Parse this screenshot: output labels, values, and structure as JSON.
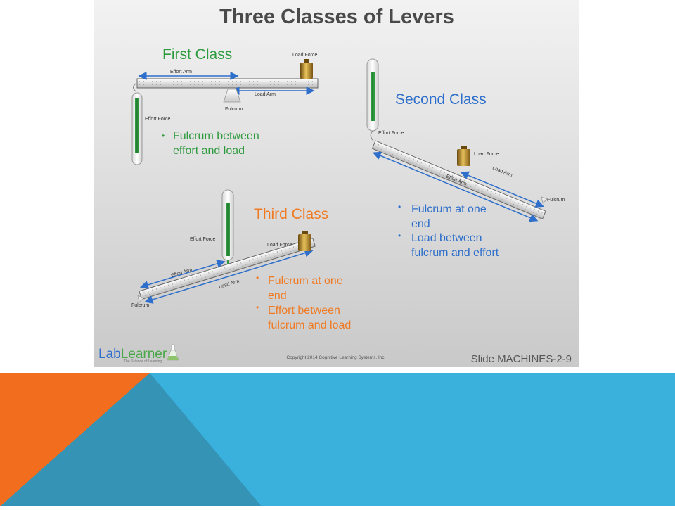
{
  "slide": {
    "title": "Three Classes of Levers",
    "first": {
      "heading": "First Class",
      "load_force": "Load Force",
      "effort_arm": "Effort Arm",
      "load_arm": "Load Arm",
      "fulcrum": "Fulcrum",
      "effort_force": "Effort Force",
      "bullet_1": "Fulcrum between",
      "bullet_2": "effort and load"
    },
    "second": {
      "heading": "Second Class",
      "effort_force": "Effort Force",
      "load_force": "Load Force",
      "load_arm": "Load Arm",
      "effort_arm": "Effort Arm",
      "fulcrum": "Fulcrum",
      "bullet_a1": "Fulcrum at one",
      "bullet_a2": "end",
      "bullet_b1": "Load between",
      "bullet_b2": "fulcrum and effort"
    },
    "third": {
      "heading": "Third Class",
      "effort_force": "Effort Force",
      "load_force": "Load Force",
      "effort_arm": "Effort Arm",
      "load_arm": "Load Arm",
      "fulcrum": "Fulcrum",
      "bullet_a1": "Fulcrum at one",
      "bullet_a2": "end",
      "bullet_b1": "Effort between",
      "bullet_b2": "fulcrum and load"
    },
    "footer": {
      "logo_lab": "Lab",
      "logo_learner": "Learner",
      "tagline": "The Science of Learning",
      "copyright": "Copyright 2014 Cognitive Learning Systems, Inc.",
      "slide_id": "Slide MACHINES-2-9"
    }
  },
  "colors": {
    "green": "#2e9a3e",
    "blue": "#2e6fcb",
    "orange": "#f07a22",
    "band_blue": "#3ab0dd",
    "band_dark": "#3594b5",
    "band_orange": "#f26d1d"
  }
}
